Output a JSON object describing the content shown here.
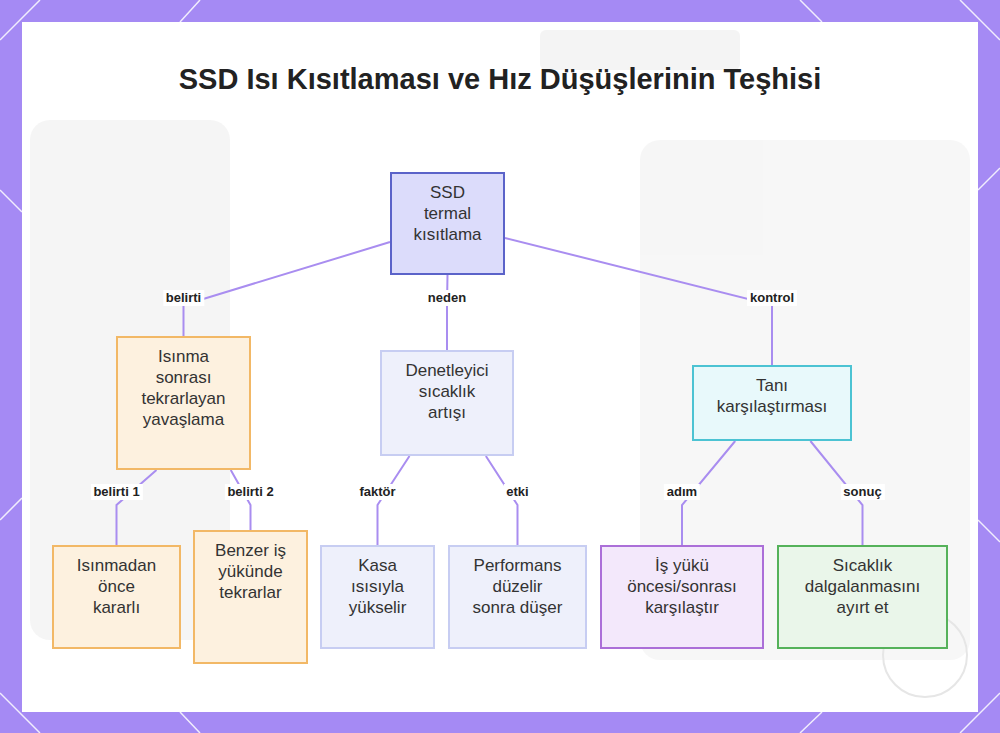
{
  "diagram": {
    "title": "SSD Isı Kısıtlaması ve Hız Düşüşlerinin Teşhisi",
    "nodes": [
      {
        "text": [
          "SSD termal kısıtlama"
        ]
      },
      {
        "text": [
          "Isınma sonrası tekrarlayan yavaşlama"
        ]
      },
      {
        "text": [
          "Denetleyici sıcaklık artışı"
        ]
      },
      {
        "text": [
          "Tanı karşılaştırması"
        ]
      },
      {
        "text": [
          "Isınmadan önce kararlı"
        ]
      },
      {
        "text": [
          "Benzer iş yükünde tekrarlar"
        ]
      },
      {
        "text": [
          "Kasa ısısıyla yükselir"
        ]
      },
      {
        "text": [
          "Performans düzelir sonra düşer"
        ]
      },
      {
        "text": [
          "İş yükü öncesi/sonrası karşılaştır"
        ]
      },
      {
        "text": [
          "Sıcaklık dalgalanmasını ayırt et"
        ]
      }
    ],
    "edges": [
      {
        "from": 0,
        "to": 1,
        "label": "belirti",
        "arrow": "none"
      },
      {
        "from": 0,
        "to": 2,
        "label": "neden",
        "arrow": "none"
      },
      {
        "from": 0,
        "to": 3,
        "label": "kontrol",
        "arrow": "none"
      },
      {
        "from": 1,
        "to": 4,
        "label": "belirti 1",
        "arrow": "none"
      },
      {
        "from": 1,
        "to": 5,
        "label": "belirti 2",
        "arrow": "none"
      },
      {
        "from": 2,
        "to": 6,
        "label": "faktör",
        "arrow": "none"
      },
      {
        "from": 2,
        "to": 7,
        "label": "etki",
        "arrow": "none"
      },
      {
        "from": 3,
        "to": 8,
        "label": "adım",
        "arrow": "none"
      },
      {
        "from": 3,
        "to": 9,
        "label": "sonuç",
        "arrow": "none"
      }
    ]
  }
}
